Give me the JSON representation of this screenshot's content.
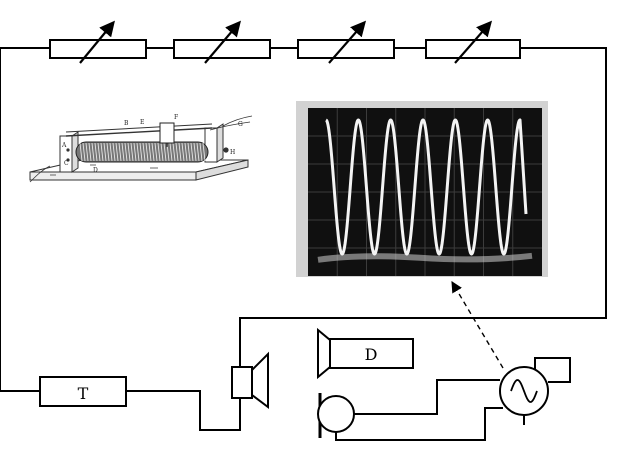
{
  "labels": {
    "transformer": "T",
    "detector": "D"
  },
  "rheostat_letters": [
    "A",
    "B",
    "C",
    "D",
    "E",
    "F",
    "G",
    "H"
  ],
  "colors": {
    "wire": "#000000",
    "screen_bg": "#101010",
    "screen_border": "#c8c8c8",
    "trace": "#f4f4f4",
    "grid": "#3c3c3c"
  },
  "icons": {
    "generator": "sine-wave-source-icon",
    "speaker": "loudspeaker-icon",
    "microphone": "microphone-icon",
    "resistor": "variable-resistor-icon",
    "rheostat": "sliding-rheostat-icon"
  },
  "oscilloscope": {
    "cycles": 6,
    "baseline_fraction": 0.12
  }
}
